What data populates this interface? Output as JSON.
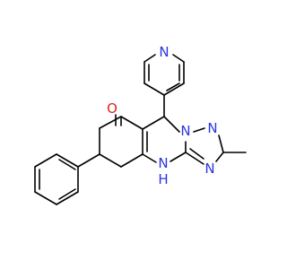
{
  "molecule": {
    "atoms": {
      "pyridine_n": "N",
      "ketone_o": "O",
      "bridge_n": "N",
      "triazole_n_right": "N",
      "triazole_n_bottom": "N",
      "amine_n": "N",
      "amine_h": "H"
    },
    "colors": {
      "nitrogen": "#2b36e0",
      "oxygen": "#e0241b",
      "bond": "#000000"
    }
  }
}
